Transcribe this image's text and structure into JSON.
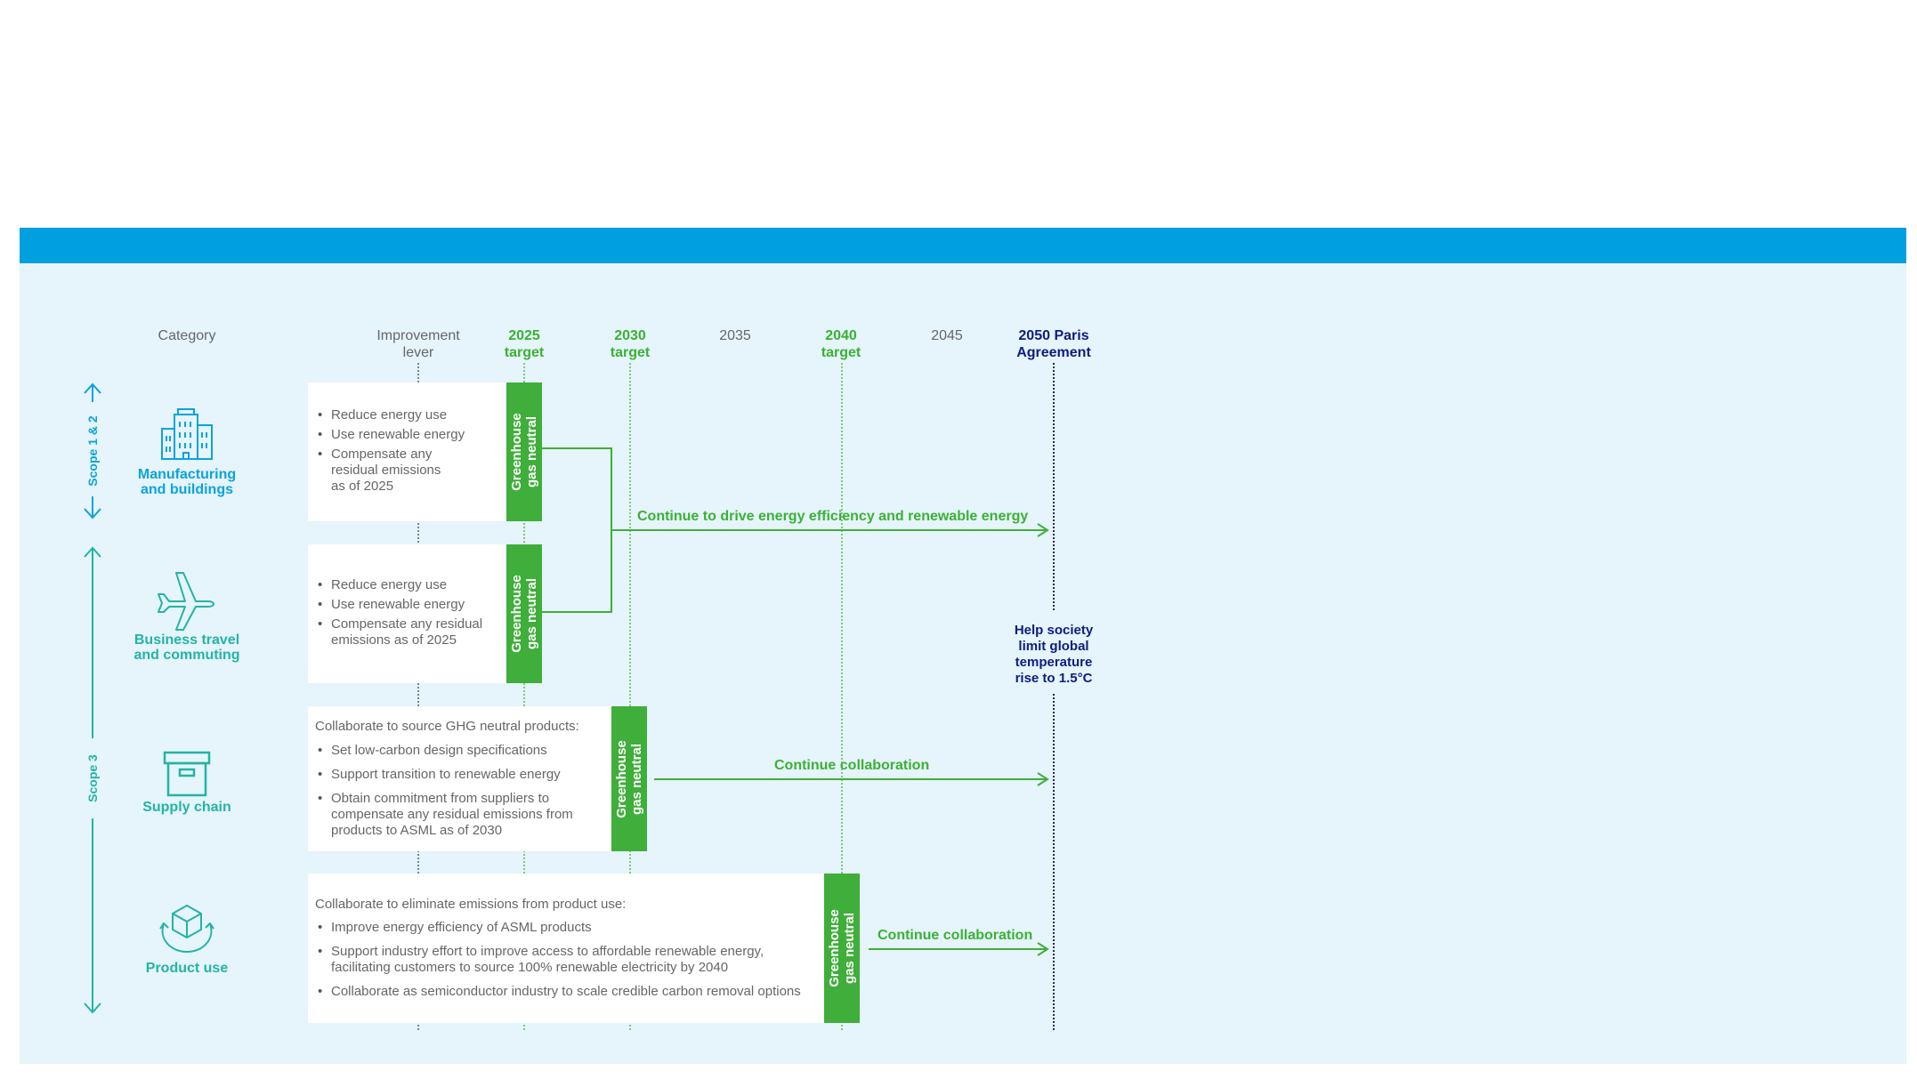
{
  "headers": {
    "category": "Category",
    "lever": [
      "Improvement",
      "lever"
    ],
    "y2025": [
      "2025",
      "target"
    ],
    "y2030": [
      "2030",
      "target"
    ],
    "y2035": "2035",
    "y2040": [
      "2040",
      "target"
    ],
    "y2045": "2045",
    "y2050": [
      "2050 Paris",
      "Agreement"
    ]
  },
  "scopes": {
    "scope12": "Scope 1 & 2",
    "scope3": "Scope 3"
  },
  "categories": {
    "manufacturing": [
      "Manufacturing",
      "and buildings"
    ],
    "business": [
      "Business travel",
      "and commuting"
    ],
    "supply": "Supply chain",
    "product": "Product use"
  },
  "icons": {
    "manufacturing": "building-icon",
    "business": "airplane-icon",
    "supply": "box-icon",
    "product": "cube-cycle-icon"
  },
  "row1": {
    "items": [
      "Reduce energy use",
      "Use renewable energy",
      "Compensate any residual emissions as of 2025"
    ]
  },
  "row2": {
    "items": [
      "Reduce energy use",
      "Use renewable energy",
      "Compensate any residual emissions as of 2025"
    ]
  },
  "row3": {
    "intro": "Collaborate to source GHG neutral products:",
    "items": [
      "Set low-carbon design specifications",
      "Support transition to renewable energy",
      "Obtain commitment from suppliers to compensate any residual emissions from products to ASML as of 2030"
    ]
  },
  "row4": {
    "intro": "Collaborate to eliminate emissions from product use:",
    "items": [
      "Improve energy efficiency of ASML products",
      "Support industry effort to improve access to affordable renewable energy, facilitating customers to source 100% renewable electricity by 2040",
      "Collaborate as semiconductor industry to scale credible carbon removal options"
    ]
  },
  "ghg": [
    "Greenhouse",
    "gas neutral"
  ],
  "arrows": {
    "drive": "Continue to drive energy efficiency and renewable energy",
    "collab1": "Continue collaboration",
    "collab2": "Continue collaboration"
  },
  "help": [
    "Help society",
    "limit global",
    "temperature",
    "rise to 1.5°C"
  ],
  "colors": {
    "blue_band": "#009fe0",
    "panel": "#e6f4fb",
    "green": "#3fae3a",
    "navy": "#0d1d80",
    "category_blue": "#0aa3dd",
    "category_teal": "#23b4a3"
  }
}
